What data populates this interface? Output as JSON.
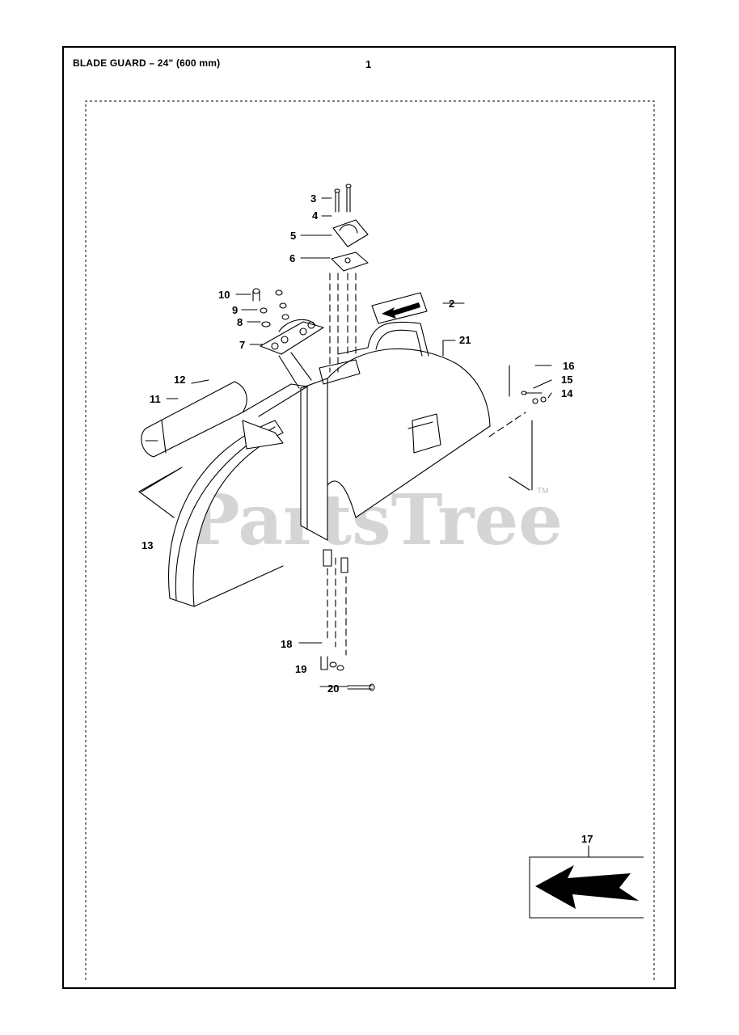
{
  "title": "BLADE GUARD – 24\" (600 mm)",
  "watermark": {
    "text": "PartsTree",
    "trademark": "TM"
  },
  "callouts": [
    "1",
    "2",
    "3",
    "4",
    "5",
    "6",
    "7",
    "8",
    "9",
    "10",
    "11",
    "12",
    "13",
    "14",
    "15",
    "16",
    "17",
    "18",
    "19",
    "20",
    "21"
  ],
  "colors": {
    "line": "#000000",
    "watermark": "#c8c8c8",
    "background": "#ffffff"
  }
}
